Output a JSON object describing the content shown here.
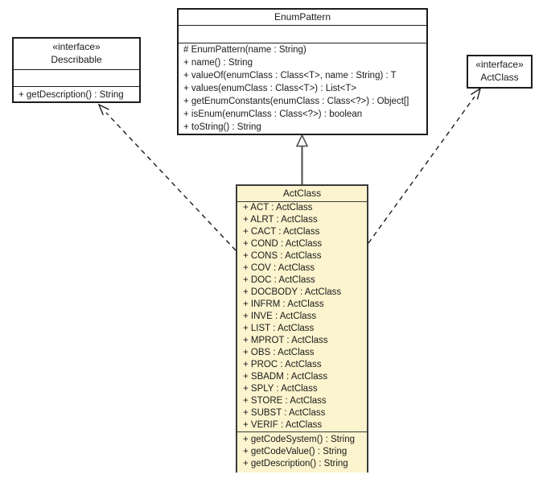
{
  "diagram": {
    "background_color": "#ffffff",
    "node_fill_color": "#ffffff",
    "highlight_fill_color": "#fcf4ce",
    "border_color": "#1c1c1c",
    "generalization_line_color": "#4a4a4a",
    "dependency_line_color": "#1c1c1c"
  },
  "describable": {
    "stereotype": "«interface»",
    "name": "Describable",
    "methods": [
      "+ getDescription() : String"
    ]
  },
  "enum_pattern": {
    "name": "EnumPattern",
    "methods": [
      "# EnumPattern(name : String)",
      "+ name() : String",
      "+ valueOf(enumClass : Class<T>, name : String) : T",
      "+ values(enumClass : Class<T>) : List<T>",
      "+ getEnumConstants(enumClass : Class<?>) : Object[]",
      "+ isEnum(enumClass : Class<?>) : boolean",
      "+ toString() : String"
    ]
  },
  "actclass_interface": {
    "stereotype": "«interface»",
    "name": "ActClass"
  },
  "actclass": {
    "name": "ActClass",
    "fields": [
      "+ ACT : ActClass",
      "+ ALRT : ActClass",
      "+ CACT : ActClass",
      "+ COND : ActClass",
      "+ CONS : ActClass",
      "+ COV : ActClass",
      "+ DOC : ActClass",
      "+ DOCBODY : ActClass",
      "+ INFRM : ActClass",
      "+ INVE : ActClass",
      "+ LIST : ActClass",
      "+ MPROT : ActClass",
      "+ OBS : ActClass",
      "+ PROC : ActClass",
      "+ SBADM : ActClass",
      "+ SPLY : ActClass",
      "+ STORE : ActClass",
      "+ SUBST : ActClass",
      "+ VERIF : ActClass"
    ],
    "methods": [
      "+ getCodeSystem() : String",
      "+ getCodeValue() : String",
      "+ getDescription() : String"
    ]
  }
}
